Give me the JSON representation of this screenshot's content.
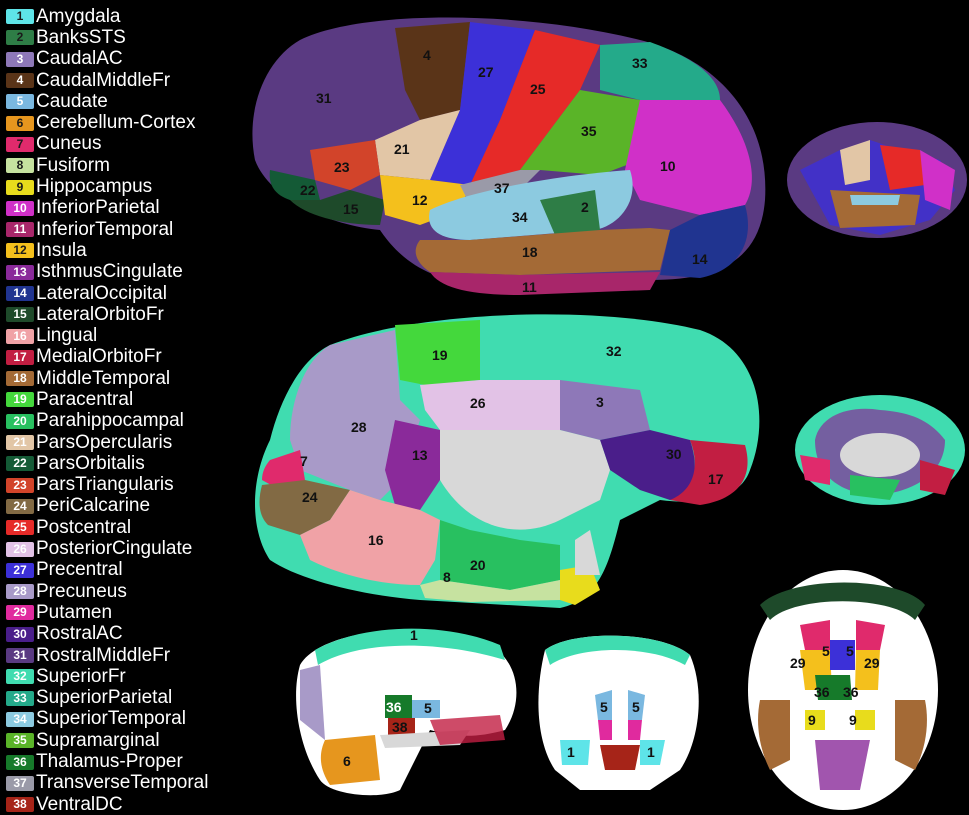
{
  "legend": [
    {
      "num": "1",
      "label": "Amygdala",
      "color": "#5ee4e8",
      "text": "#1a1a1a"
    },
    {
      "num": "2",
      "label": "BanksSTS",
      "color": "#2e7d46",
      "text": "#1a1a1a"
    },
    {
      "num": "3",
      "label": "CaudalAC",
      "color": "#8e78b8",
      "text": "#fff"
    },
    {
      "num": "4",
      "label": "CaudalMiddleFr",
      "color": "#5a3418",
      "text": "#fff"
    },
    {
      "num": "5",
      "label": "Caudate",
      "color": "#7ab8e0",
      "text": "#fff"
    },
    {
      "num": "6",
      "label": "Cerebellum-Cortex",
      "color": "#e6961e",
      "text": "#1a1a1a"
    },
    {
      "num": "7",
      "label": "Cuneus",
      "color": "#e02a6c",
      "text": "#1a1a1a"
    },
    {
      "num": "8",
      "label": "Fusiform",
      "color": "#c6e2a0",
      "text": "#1a1a1a"
    },
    {
      "num": "9",
      "label": "Hippocampus",
      "color": "#e8dc1c",
      "text": "#1a1a1a"
    },
    {
      "num": "10",
      "label": "InferiorParietal",
      "color": "#d030c8",
      "text": "#fff"
    },
    {
      "num": "11",
      "label": "InferiorTemporal",
      "color": "#a8266a",
      "text": "#fff"
    },
    {
      "num": "12",
      "label": "Insula",
      "color": "#f4c01c",
      "text": "#1a1a1a"
    },
    {
      "num": "13",
      "label": "IsthmusCingulate",
      "color": "#8a2a9a",
      "text": "#fff"
    },
    {
      "num": "14",
      "label": "LateralOccipital",
      "color": "#203490",
      "text": "#fff"
    },
    {
      "num": "15",
      "label": "LateralOrbitoFr",
      "color": "#1e4a2a",
      "text": "#fff"
    },
    {
      "num": "16",
      "label": "Lingual",
      "color": "#f0a2a6",
      "text": "#fff"
    },
    {
      "num": "17",
      "label": "MedialOrbitoFr",
      "color": "#c21e42",
      "text": "#fff"
    },
    {
      "num": "18",
      "label": "MiddleTemporal",
      "color": "#a46a36",
      "text": "#fff"
    },
    {
      "num": "19",
      "label": "Paracentral",
      "color": "#44d83c",
      "text": "#fff"
    },
    {
      "num": "20",
      "label": "Parahippocampal",
      "color": "#28c060",
      "text": "#fff"
    },
    {
      "num": "21",
      "label": "ParsOpercularis",
      "color": "#e2c6a6",
      "text": "#fff"
    },
    {
      "num": "22",
      "label": "ParsOrbitalis",
      "color": "#145a36",
      "text": "#fff"
    },
    {
      "num": "23",
      "label": "ParsTriangularis",
      "color": "#d2442a",
      "text": "#fff"
    },
    {
      "num": "24",
      "label": "PeriCalcarine",
      "color": "#826a44",
      "text": "#fff"
    },
    {
      "num": "25",
      "label": "Postcentral",
      "color": "#e62a28",
      "text": "#fff"
    },
    {
      "num": "26",
      "label": "PosteriorCingulate",
      "color": "#e2c2e6",
      "text": "#fff"
    },
    {
      "num": "27",
      "label": "Precentral",
      "color": "#3c30d8",
      "text": "#fff"
    },
    {
      "num": "28",
      "label": "Precuneus",
      "color": "#a89ac8",
      "text": "#fff"
    },
    {
      "num": "29",
      "label": "Putamen",
      "color": "#e02a9e",
      "text": "#fff"
    },
    {
      "num": "30",
      "label": "RostralAC",
      "color": "#4a1e8a",
      "text": "#fff"
    },
    {
      "num": "31",
      "label": "RostralMiddleFr",
      "color": "#5a3a82",
      "text": "#fff"
    },
    {
      "num": "32",
      "label": "SuperiorFr",
      "color": "#40dcb0",
      "text": "#fff"
    },
    {
      "num": "33",
      "label": "SuperiorParietal",
      "color": "#24aa8a",
      "text": "#fff"
    },
    {
      "num": "34",
      "label": "SuperiorTemporal",
      "color": "#8ccae0",
      "text": "#fff"
    },
    {
      "num": "35",
      "label": "Supramarginal",
      "color": "#5ab428",
      "text": "#fff"
    },
    {
      "num": "36",
      "label": "Thalamus-Proper",
      "color": "#167a2a",
      "text": "#fff"
    },
    {
      "num": "37",
      "label": "TransverseTemporal",
      "color": "#9a9aa8",
      "text": "#fff"
    },
    {
      "num": "38",
      "label": "VentralDC",
      "color": "#a62418",
      "text": "#fff"
    }
  ],
  "lateral_labels": [
    "4",
    "27",
    "33",
    "31",
    "25",
    "35",
    "21",
    "10",
    "23",
    "37",
    "22",
    "15",
    "12",
    "2",
    "34",
    "18",
    "14",
    "11"
  ],
  "medial_labels": [
    "19",
    "32",
    "26",
    "3",
    "28",
    "13",
    "30",
    "7",
    "17",
    "24",
    "16",
    "20",
    "8"
  ],
  "slice_labels": [
    "1",
    "36",
    "5",
    "38",
    "6",
    "5",
    "5",
    "1",
    "1",
    "29",
    "5",
    "5",
    "29",
    "36",
    "36",
    "9",
    "9"
  ]
}
